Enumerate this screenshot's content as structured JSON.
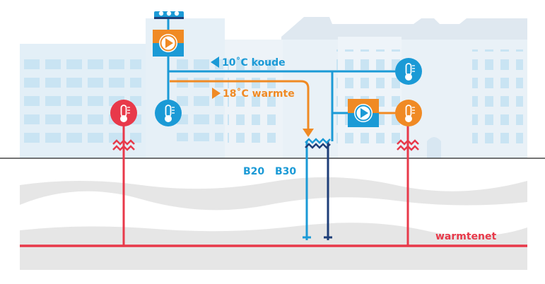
{
  "labels": {
    "cold_loop": "10˚C koude",
    "warm_loop": "18˚C warmte",
    "well_b20": "B20",
    "well_b30": "B30",
    "heat_network": "warmtenet"
  },
  "colors": {
    "cold_blue": "#1b9ad6",
    "warm_orange": "#f08a24",
    "heat_red": "#e8394a",
    "dark_blue": "#1e3e78",
    "building_light": "#e3eff7",
    "building_back": "#ecf2f7",
    "window": "#c9e4f3",
    "ground": "#e6e6e6"
  },
  "icons": [
    "rooftop-unit-icon",
    "pump-icon",
    "thermometer-icon",
    "heat-exchanger-icon",
    "arrow-left-icon",
    "arrow-right-icon",
    "arrow-down-icon"
  ]
}
